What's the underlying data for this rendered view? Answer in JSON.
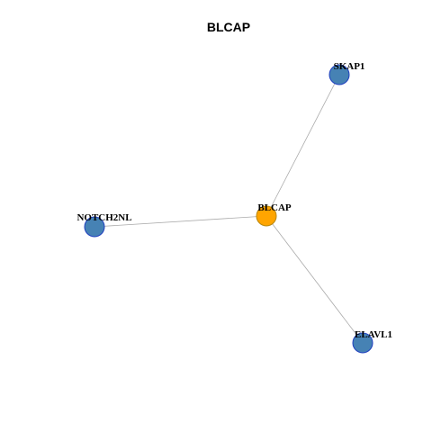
{
  "title": "BLCAP",
  "colors": {
    "center_fill": "#FFA500",
    "center_stroke": "#B8860B",
    "neighbor_fill": "#4682B4",
    "neighbor_stroke": "#1F3FBF",
    "edge": "#AAAAAA"
  },
  "nodes": [
    {
      "id": "BLCAP",
      "label": "BLCAP",
      "role": "center"
    },
    {
      "id": "SKAP1",
      "label": "SKAP1",
      "role": "neighbor"
    },
    {
      "id": "NOTCH2NL",
      "label": "NOTCH2NL",
      "role": "neighbor"
    },
    {
      "id": "ELAVL1",
      "label": "ELAVL1",
      "role": "neighbor"
    }
  ],
  "edges": [
    {
      "source": "BLCAP",
      "target": "SKAP1"
    },
    {
      "source": "BLCAP",
      "target": "NOTCH2NL"
    },
    {
      "source": "BLCAP",
      "target": "ELAVL1"
    }
  ]
}
